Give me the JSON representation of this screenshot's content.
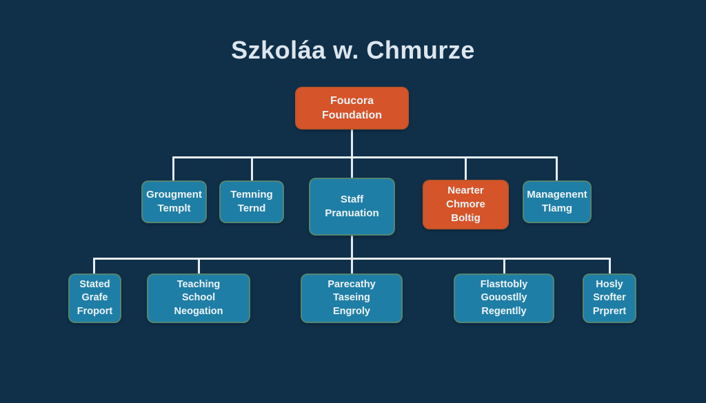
{
  "title": "Szkoláa w. Chmurze",
  "colors": {
    "background": "#10304a",
    "node_teal": "#1f7ea5",
    "node_orange": "#d65429",
    "connector": "#e7edf2",
    "node_text": "#eef4f8",
    "title_text": "#dde6ee"
  },
  "org": {
    "root": {
      "label": "Foucora Foundation",
      "variant": "orange"
    },
    "level2": [
      {
        "label": "Grougment\nTemplt",
        "variant": "teal"
      },
      {
        "label": "Temning\nTernd",
        "variant": "teal"
      },
      {
        "label": "Staff\nPranuation",
        "variant": "teal"
      },
      {
        "label": "Nearter\nChmore\nBoltig",
        "variant": "orange"
      },
      {
        "label": "Managenent\nTlamg",
        "variant": "teal"
      }
    ],
    "level3": [
      {
        "label": "Stated\nGrafe\nFroport",
        "variant": "teal"
      },
      {
        "label": "Teaching\nSchool\nNeogation",
        "variant": "teal"
      },
      {
        "label": "Parecathy\nTaseing\nEngroly",
        "variant": "teal"
      },
      {
        "label": "Flasttobly\nGouostlly\nRegentlly",
        "variant": "teal"
      },
      {
        "label": "Hosly\nSrofter\nPrprert",
        "variant": "teal"
      }
    ]
  }
}
